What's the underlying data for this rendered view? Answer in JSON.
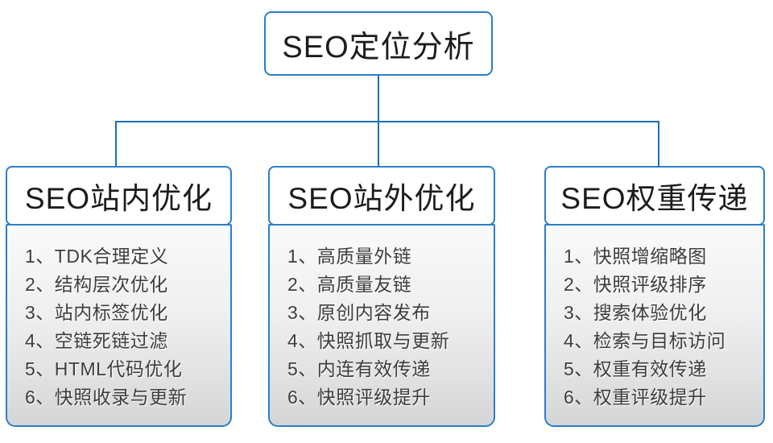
{
  "diagram": {
    "root": {
      "title": "SEO定位分析"
    },
    "columns": [
      {
        "title": "SEO站内优化",
        "items": [
          "1、TDK合理定义",
          "2、结构层次优化",
          "3、站内标签优化",
          "4、空链死链过滤",
          "5、HTML代码优化",
          "6、快照收录与更新"
        ]
      },
      {
        "title": "SEO站外优化",
        "items": [
          "1、高质量外链",
          "2、高质量友链",
          "3、原创内容发布",
          "4、快照抓取与更新",
          "5、内连有效传递",
          "6、快照评级提升"
        ]
      },
      {
        "title": "SEO权重传递",
        "items": [
          "1、快照增缩略图",
          "2、快照评级排序",
          "3、搜索体验优化",
          "4、检索与目标访问",
          "5、权重有效传递",
          "6、权重评级提升"
        ]
      }
    ],
    "colors": {
      "box_border_blue": "#2a7fca",
      "connector_blue": "#1b6eb5",
      "panel_gradient_top": "#fafafa",
      "panel_gradient_bottom": "#d5d5d5",
      "title_text": "#1c1c1c",
      "item_text": "#3d3d3d"
    }
  }
}
